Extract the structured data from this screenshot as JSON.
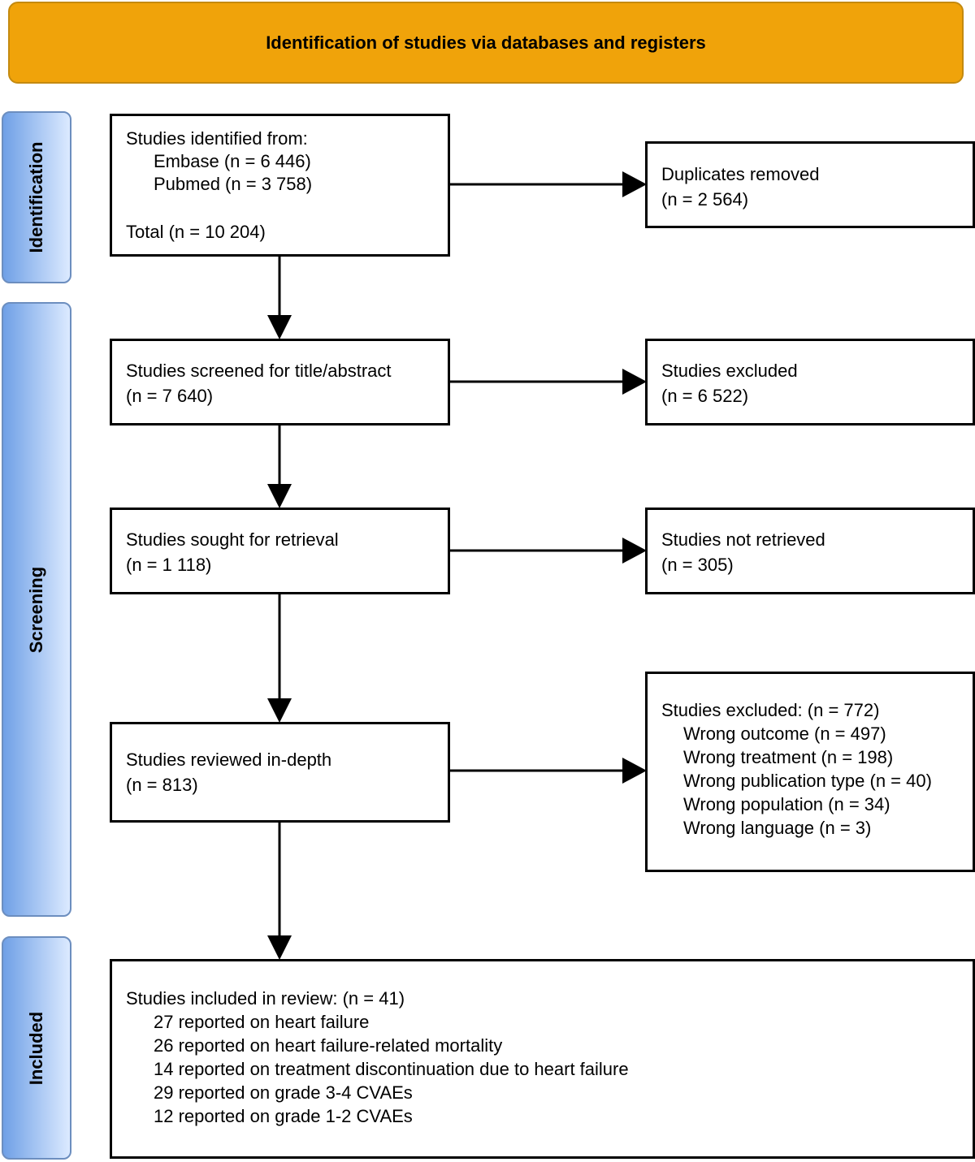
{
  "header": {
    "title": "Identification of studies via databases and registers",
    "color": "#f0a30a"
  },
  "phases": {
    "identification": "Identification",
    "screening": "Screening",
    "included": "Included",
    "color_start": "#6fa0e6",
    "color_end": "#dceaff"
  },
  "identified": {
    "title": "Studies identified from:",
    "sources": [
      "Embase (n = 6 446)",
      "Pubmed (n = 3 758)"
    ],
    "total": "Total (n = 10 204)"
  },
  "duplicates": {
    "title": "Duplicates removed",
    "count": "(n = 2 564)"
  },
  "screened": {
    "title": "Studies screened for title/abstract",
    "count": "(n = 7 640)"
  },
  "excluded_screen": {
    "title": "Studies excluded",
    "count": "(n = 6 522)"
  },
  "retrieval": {
    "title": "Studies sought for retrieval",
    "count": "(n = 1 118)"
  },
  "not_retrieved": {
    "title": "Studies not retrieved",
    "count": "(n = 305)"
  },
  "reviewed": {
    "title": "Studies reviewed in-depth",
    "count": "(n = 813)"
  },
  "excluded_review": {
    "title": "Studies excluded: (n = 772)",
    "reasons": [
      "Wrong outcome (n = 497)",
      "Wrong treatment (n = 198)",
      "Wrong publication type (n = 40)",
      "Wrong population (n = 34)",
      "Wrong language (n = 3)"
    ]
  },
  "included": {
    "title": "Studies included in review: (n = 41)",
    "items": [
      "27 reported on heart failure",
      "26 reported on heart failure-related mortality",
      "14 reported on treatment discontinuation due to heart failure",
      "29 reported on grade 3-4 CVAEs",
      "12 reported on grade 1-2 CVAEs"
    ]
  }
}
